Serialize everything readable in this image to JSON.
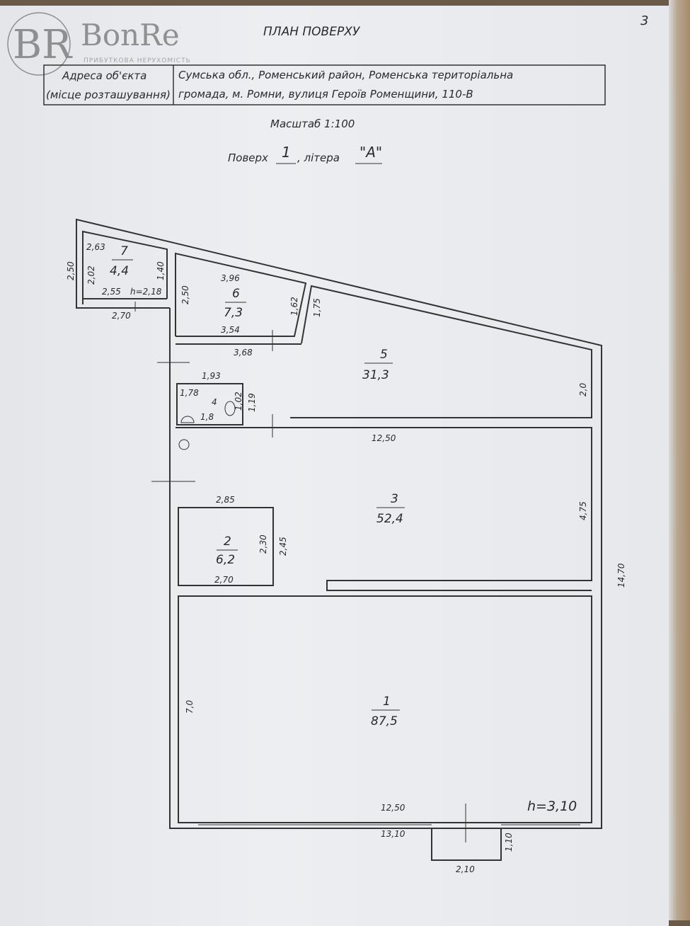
{
  "logo": {
    "name": "BonRe",
    "tagline": "ПРИБУТКОВА НЕРУХОМІСТЬ",
    "monogram": "BR"
  },
  "page_number": "3",
  "title": "ПЛАН ПОВЕРХУ",
  "address": {
    "label_line1": "Адреса об'єкта",
    "label_line2": "(місце розташування)",
    "value_line1": "Сумська обл., Роменський район, Роменська територіальна",
    "value_line2": "громада, м. Ромни, вулиця Героїв Роменщини, 110-В"
  },
  "scale": "Масштаб 1:100",
  "floor": {
    "label": "Поверх",
    "value": "1",
    "letter_label": ", літера",
    "letter_value": "\"А\""
  },
  "rooms": [
    {
      "number": "1",
      "area": "87,5"
    },
    {
      "number": "2",
      "area": "6,2"
    },
    {
      "number": "3",
      "area": "52,4"
    },
    {
      "number": "4",
      "area": "1,8"
    },
    {
      "number": "5",
      "area": "31,3"
    },
    {
      "number": "6",
      "area": "7,3"
    },
    {
      "number": "7",
      "area": "4,4"
    }
  ],
  "dimensions": {
    "r7_top": "2,63",
    "r7_left": "2,02",
    "r7_right": "1,40",
    "r7_bottom": "2,55",
    "r7_height": "h=2,18",
    "r7_outer_bottom": "2,70",
    "r7_outer_left": "2,50",
    "r6_top": "3,96",
    "r6_left": "2,50",
    "r6_right": "1,62",
    "r6_bottom": "3,54",
    "r6_outer_bottom": "3,68",
    "r5_left": "1,75",
    "r5_right": "2,0",
    "r4_top": "1,93",
    "r4_left": "1,78",
    "r4_right": "1,02",
    "r4_outer_right": "1,19",
    "r3_top": "12,50",
    "r3_right": "4,75",
    "r2_top": "2,85",
    "r2_right": "2,30",
    "r2_outer_right": "2,45",
    "r2_bottom": "2,70",
    "r1_left": "7,0",
    "r1_bottom": "12,50",
    "outer_bottom": "13,10",
    "outer_right": "14,70",
    "porch_depth": "1,10",
    "porch_width": "2,10",
    "ceiling_height": "h=3,10"
  }
}
